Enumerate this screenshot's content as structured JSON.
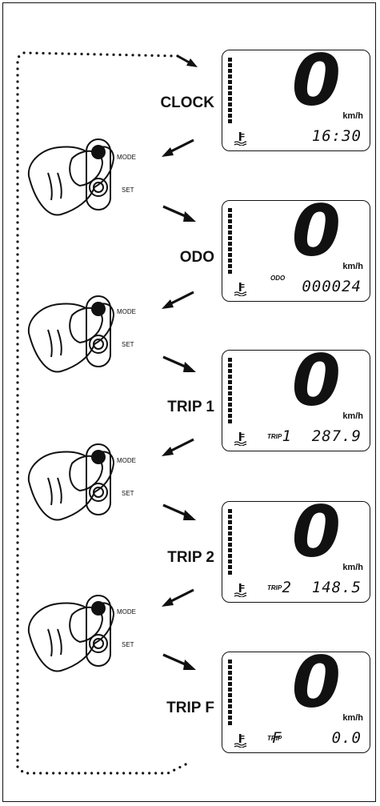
{
  "speed_unit": "km/h",
  "speed_value": "0",
  "buttons": {
    "mode": "MODE",
    "set": "SET"
  },
  "screens": [
    {
      "label": "CLOCK",
      "sub_label": "",
      "readout": "16:30"
    },
    {
      "label": "ODO",
      "sub_label": "ODO",
      "readout": "000024"
    },
    {
      "label": "TRIP 1",
      "sub_label": "TRIP",
      "readout": "1  287.9"
    },
    {
      "label": "TRIP 2",
      "sub_label": "TRIP",
      "readout": "2  148.5"
    },
    {
      "label": "TRIP F",
      "sub_label": "TRIP",
      "readout": "F     0.0"
    }
  ]
}
